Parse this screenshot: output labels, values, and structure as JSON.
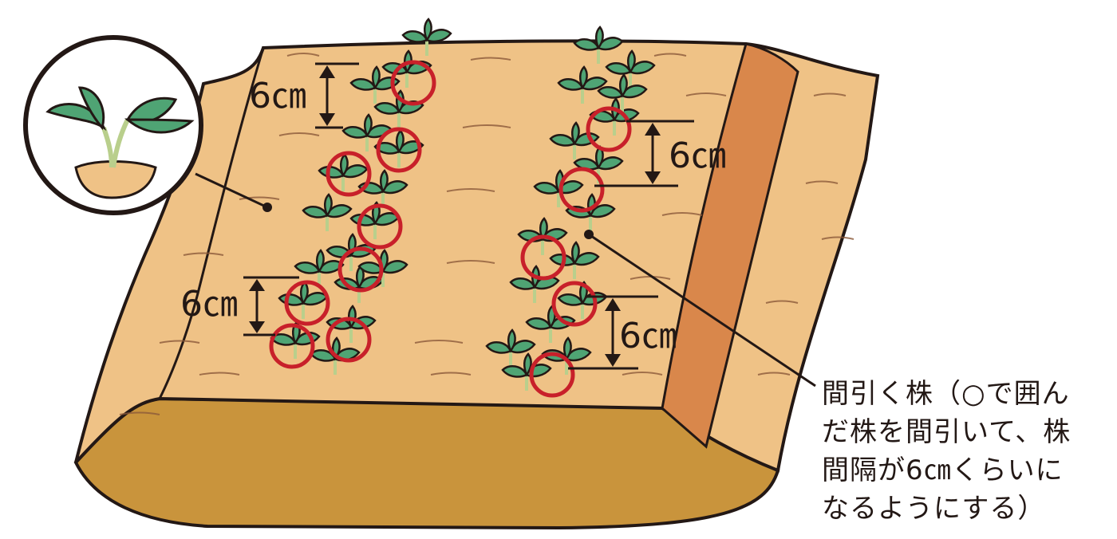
{
  "labels": {
    "spacing_1": "6㎝",
    "spacing_2": "6㎝",
    "spacing_3": "6㎝",
    "spacing_4": "6㎝"
  },
  "note": {
    "line1": "間引く株（○で囲ん",
    "line2": "だ株を間引いて、株",
    "line3": "間隔が6㎝くらいに",
    "line4": "なるようにする）"
  },
  "colors": {
    "soil_top": "#efc286",
    "soil_side": "#c9943c",
    "furrow": "#d9874b",
    "leaf": "#4fa474",
    "circle": "#c8202a",
    "outline": "#231815"
  }
}
